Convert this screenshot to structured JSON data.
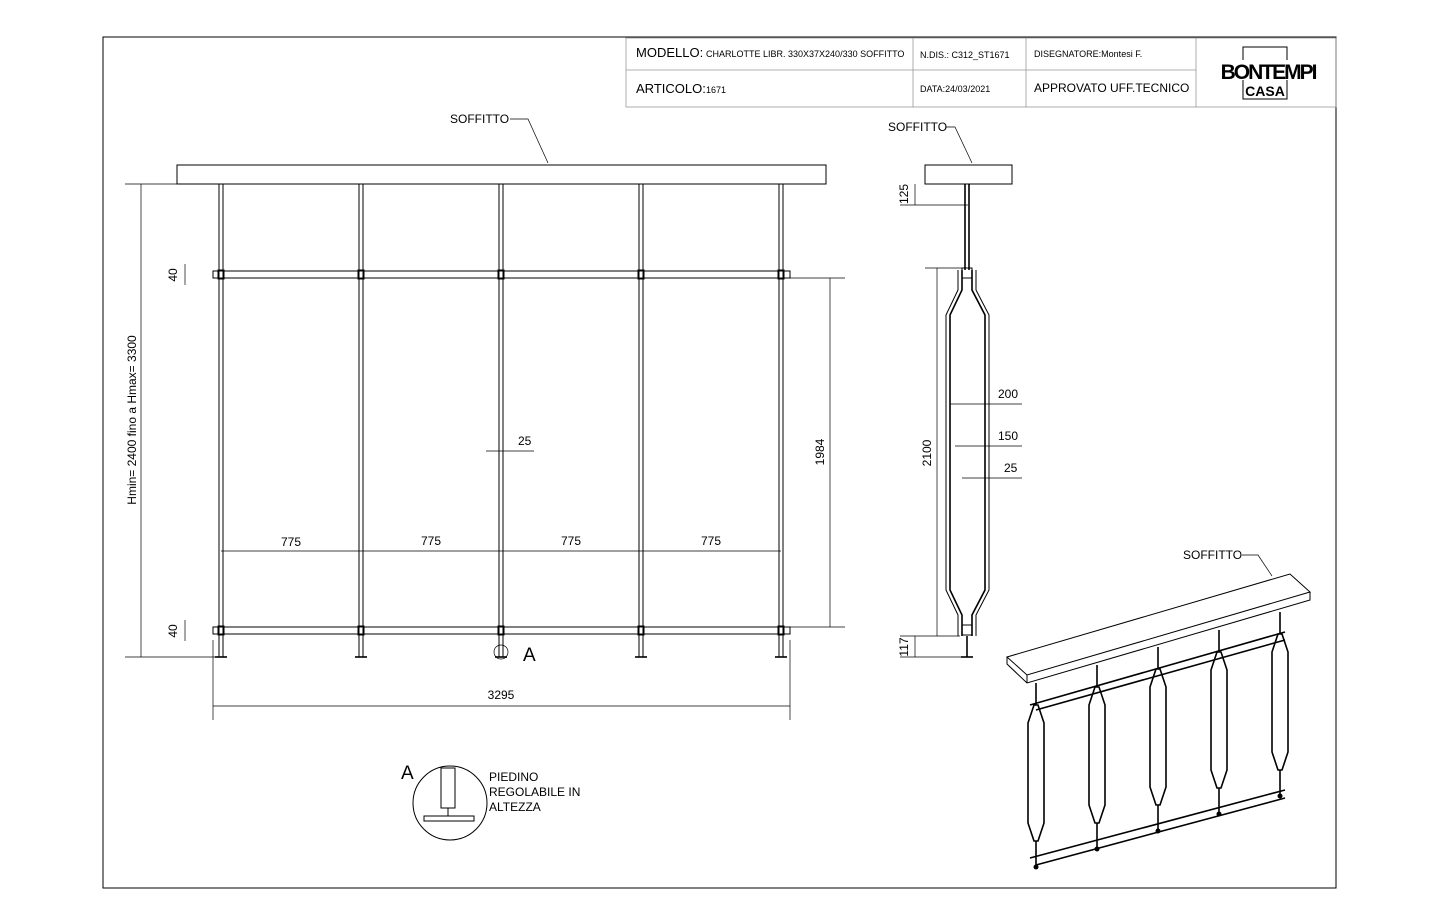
{
  "title_block": {
    "modello_label": "MODELLO:",
    "modello_value": "CHARLOTTE LIBR. 330X37X240/330 SOFFITTO",
    "ndis": "N.DIS.: C312_ST1671",
    "disegnatore": "DISEGNATORE:Montesi F.",
    "articolo_label": "ARTICOLO:",
    "articolo_value": "1671",
    "data": "DATA:24/03/2021",
    "approvato": "APPROVATO UFF.TECNICO",
    "logo_top": "BONTEMPI",
    "logo_bottom": "CASA"
  },
  "front_view": {
    "ceiling_label": "SOFFITTO",
    "height_dim": "Hmin= 2400 fino a Hmax= 3300",
    "top_bar_dim": "40",
    "bottom_bar_dim": "40",
    "inner_height_dim": "1984",
    "rod_dim": "25",
    "spacings": [
      "775",
      "775",
      "775",
      "775"
    ],
    "total_width_dim": "3295",
    "detail_marker": "A"
  },
  "side_view": {
    "ceiling_label": "SOFFITTO",
    "top_dim": "125",
    "height_dim": "2100",
    "width_200": "200",
    "width_150": "150",
    "width_25": "25",
    "bottom_dim": "117"
  },
  "detail": {
    "marker": "A",
    "line1": "PIEDINO",
    "line2": "REGOLABILE IN",
    "line3": "ALTEZZA"
  },
  "iso_view": {
    "ceiling_label": "SOFFITTO"
  }
}
